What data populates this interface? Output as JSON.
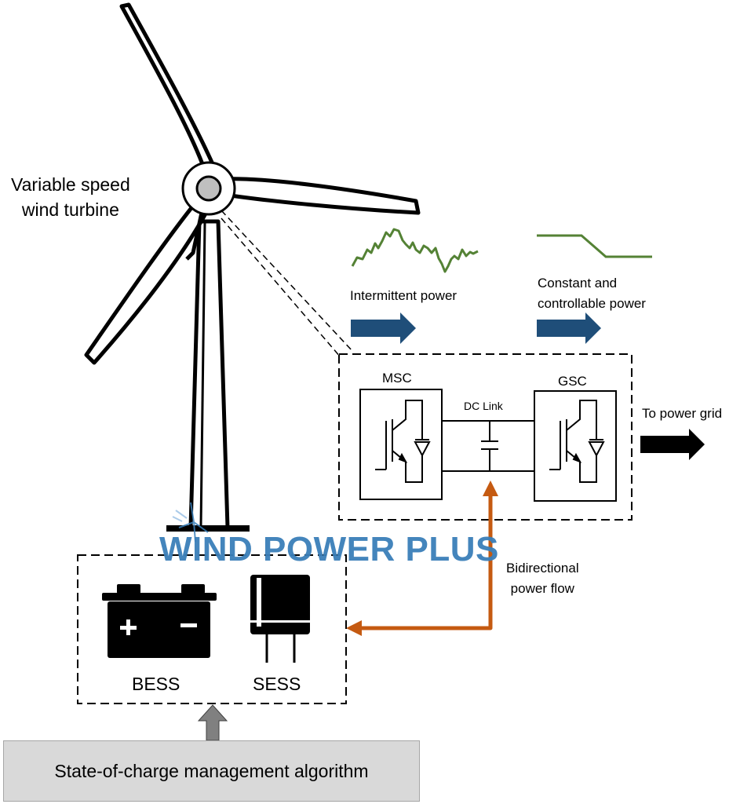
{
  "labels": {
    "turbine_line1": "Variable speed",
    "turbine_line2": "wind turbine",
    "intermittent": "Intermittent power",
    "constant_line1": "Constant and",
    "constant_line2": "controllable power",
    "msc": "MSC",
    "gsc": "GSC",
    "dc_link": "DC Link",
    "to_grid": "To power grid",
    "bidirectional_line1": "Bidirectional",
    "bidirectional_line2": "power flow",
    "bess": "BESS",
    "sess": "SESS",
    "algorithm": "State-of-charge management algorithm"
  },
  "watermark": "WIND POWER PLUS",
  "colors": {
    "power_arrow": "#1f4e79",
    "bidirectional_arrow": "#c55a11",
    "waveform": "#548235",
    "watermark": "#3a7fb9",
    "algorithm_box": "#d9d9d9",
    "algorithm_arrow": "#808080"
  }
}
